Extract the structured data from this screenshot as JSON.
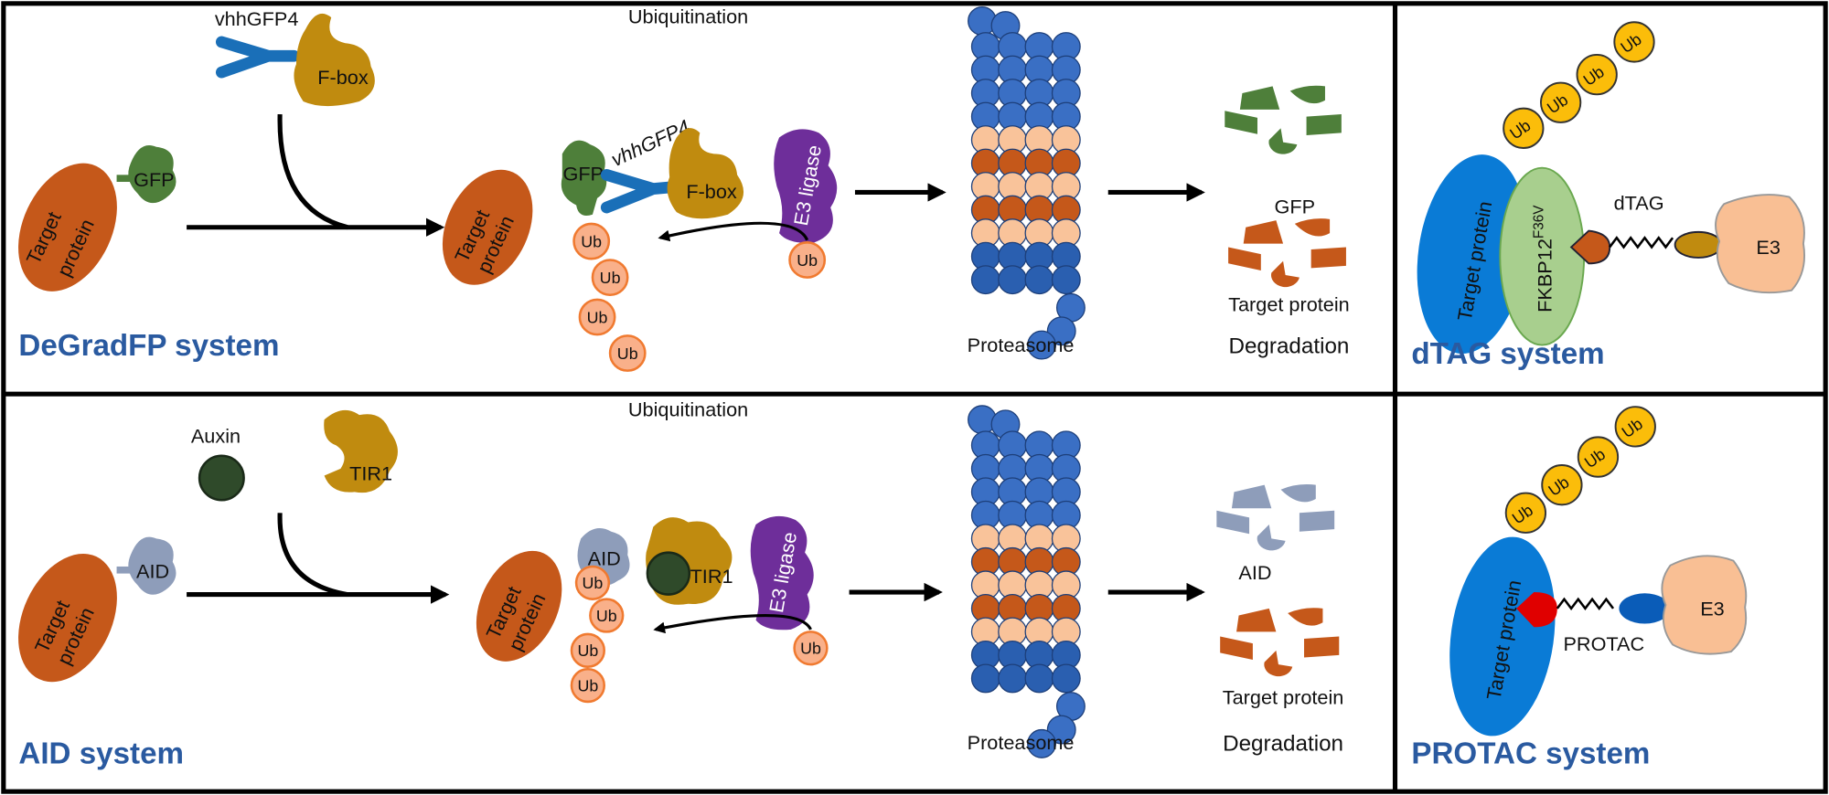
{
  "colors": {
    "target_protein": "#c5581a",
    "gfp": "#4e7f3a",
    "vhh": "#1a6fb8",
    "fbox": "#c08b0f",
    "e3_ligase": "#6e2e9a",
    "ub_orange": "#f9b08a",
    "ub_yellow": "#fbbd0a",
    "aid": "#8e9dba",
    "auxin": "#2f4a2a",
    "proteasome_blue": "#3a6fc4",
    "proteasome_peach": "#f9c39a",
    "proteasome_orange": "#c5581a",
    "title_blue": "#2a5aa0",
    "dtag_target": "#0a7bd6",
    "fkbp": "#a8cf8e",
    "e3": "#f9bf94",
    "protac_warhead": "#e00000",
    "protac_ligand": "#0a5cb8"
  },
  "degradfp": {
    "title": "DeGradFP system",
    "target_line1": "Target",
    "target_line2": "protein",
    "gfp": "GFP",
    "vhh": "vhhGFP4",
    "fbox": "F-box",
    "ubiquitination": "Ubiquitination",
    "e3_ligase": "E3 ligase",
    "ub": "Ub",
    "proteasome": "Proteasome",
    "fragment_gfp": "GFP",
    "fragment_target": "Target protein",
    "degradation": "Degradation"
  },
  "aid": {
    "title": "AID system",
    "target_line1": "Target",
    "target_line2": "protein",
    "aid": "AID",
    "auxin": "Auxin",
    "tir1": "TIR1",
    "ubiquitination": "Ubiquitination",
    "e3_ligase": "E3 ligase",
    "ub": "Ub",
    "proteasome": "Proteasome",
    "fragment_aid": "AID",
    "fragment_target": "Target protein",
    "degradation": "Degradation"
  },
  "dtag": {
    "title": "dTAG system",
    "target": "Target protein",
    "fkbp": "FKBP12",
    "fkbp_sup": "F36V",
    "linker": "dTAG",
    "e3": "E3",
    "ub": "Ub"
  },
  "protac": {
    "title": "PROTAC system",
    "target": "Target protein",
    "linker": "PROTAC",
    "e3": "E3",
    "ub": "Ub"
  }
}
